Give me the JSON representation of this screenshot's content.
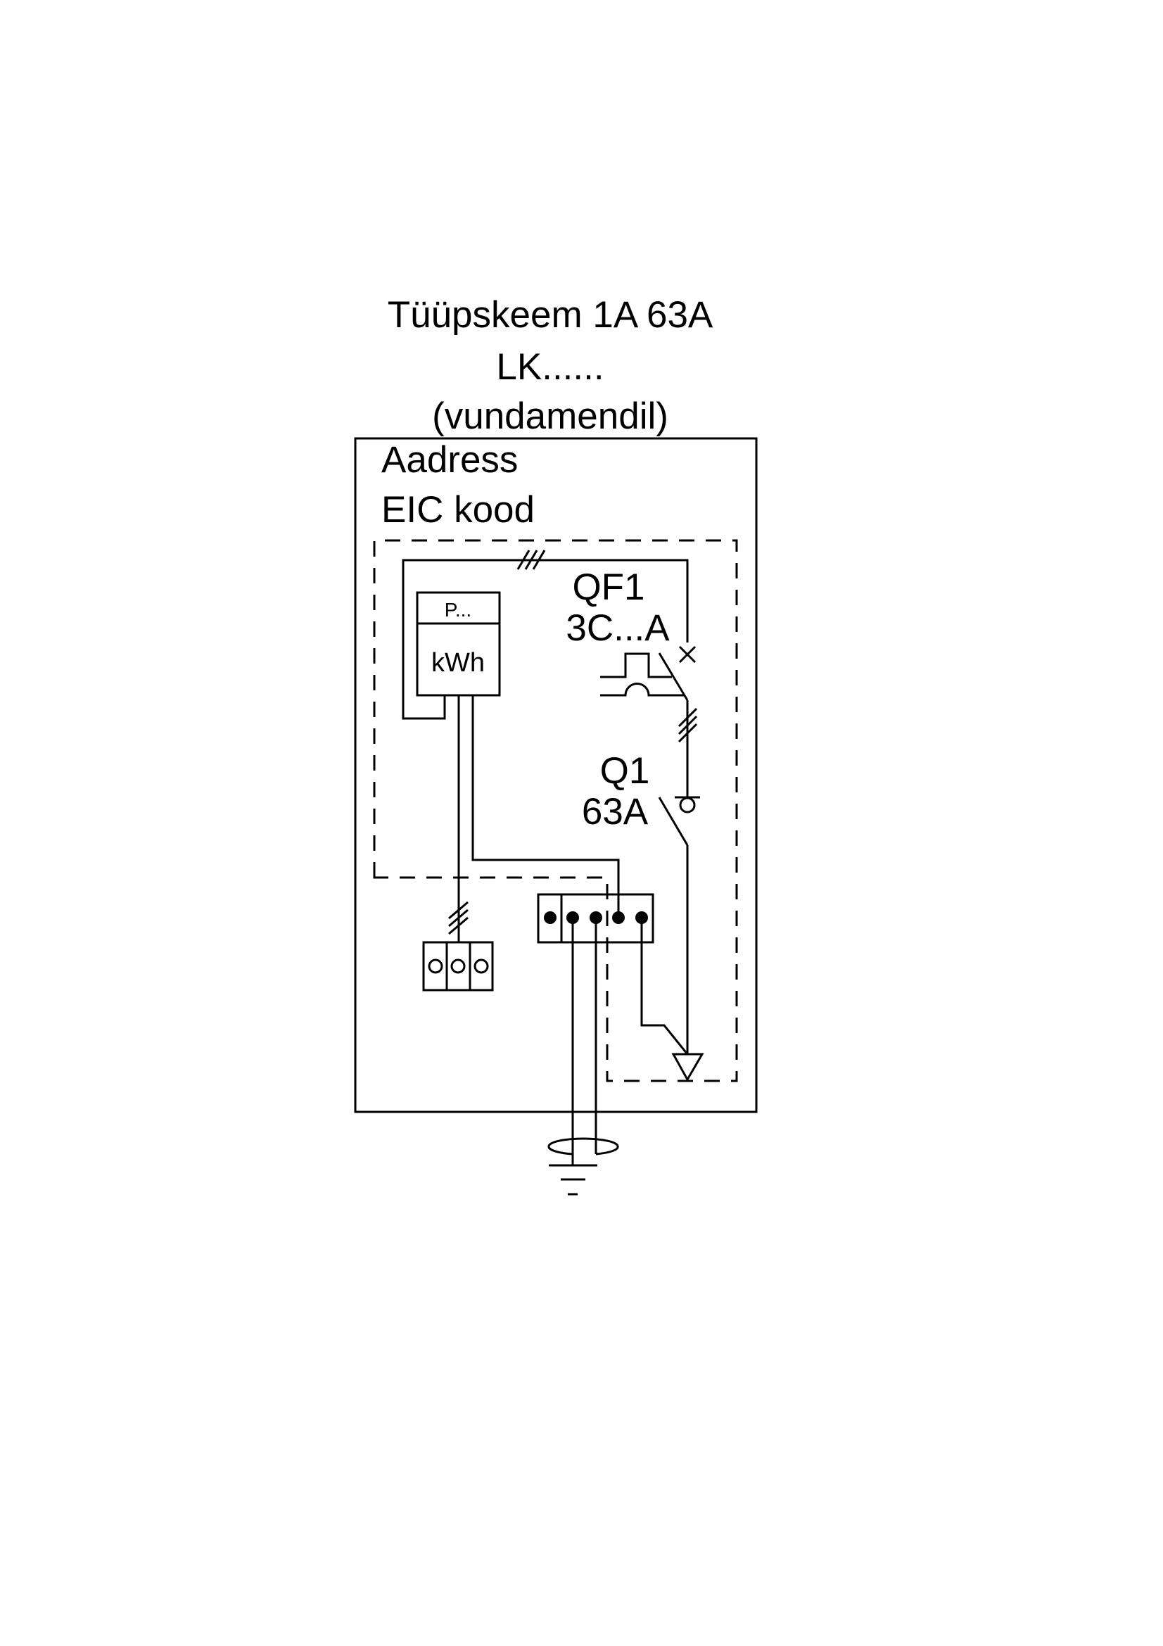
{
  "title": {
    "line1": "Tüüpskeem 1A 63A",
    "line2": "LK......",
    "line3": "(vundamendil)"
  },
  "cabinet": {
    "address_label": "Aadress",
    "eic_label": "EIC kood"
  },
  "meter": {
    "top_label": "P...",
    "unit_label": "kWh"
  },
  "breaker_qf1": {
    "name": "QF1",
    "rating": "3C...A"
  },
  "switch_q1": {
    "name": "Q1",
    "rating": "63A"
  },
  "terminal_block_main": {
    "terminals": 5
  },
  "terminal_block_aux": {
    "terminals": 3
  },
  "icons": {
    "ground": "ground-icon",
    "breaker": "circuit-breaker-icon",
    "disconnector": "disconnector-icon",
    "meter": "energy-meter-icon",
    "cable_screen": "cable-screen-icon",
    "surge_arrester": "surge-arrester-icon"
  }
}
